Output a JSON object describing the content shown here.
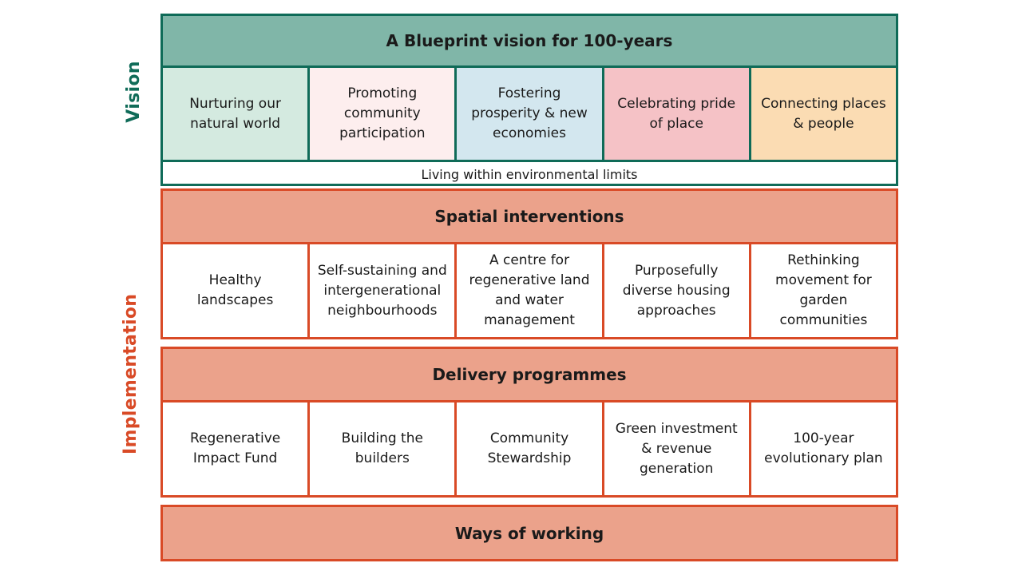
{
  "side_labels": {
    "vision": "Vision",
    "implementation": "Implementation"
  },
  "vision": {
    "title": "A Blueprint vision for 100-years",
    "cells": [
      {
        "label": "Nurturing our natural world",
        "color": "#d4eae0"
      },
      {
        "label": "Promoting community participation",
        "color": "#fdeeee"
      },
      {
        "label": "Fostering prosperity & new economies",
        "color": "#d3e7ef"
      },
      {
        "label": "Celebrating pride of place",
        "color": "#f5c2c6"
      },
      {
        "label": "Connecting places & people",
        "color": "#fbdcb3"
      }
    ],
    "footer": "Living within environmental limits"
  },
  "spatial": {
    "title": "Spatial interventions",
    "cells": [
      "Healthy landscapes",
      "Self-sustaining and intergenerational neighbourhoods",
      "A centre for regenerative land and water management",
      "Purposefully diverse housing approaches",
      "Rethinking movement for garden communities"
    ]
  },
  "delivery": {
    "title": "Delivery programmes",
    "cells": [
      "Regenerative Impact Fund",
      "Building the builders",
      "Community Stewardship",
      "Green investment & revenue generation",
      "100-year evolutionary plan"
    ]
  },
  "ways": {
    "title": "Ways of working"
  },
  "colors": {
    "vision_border": "#0f6b58",
    "vision_header": "#80b6a8",
    "impl_border": "#d94a26",
    "impl_header": "#eba28b"
  }
}
